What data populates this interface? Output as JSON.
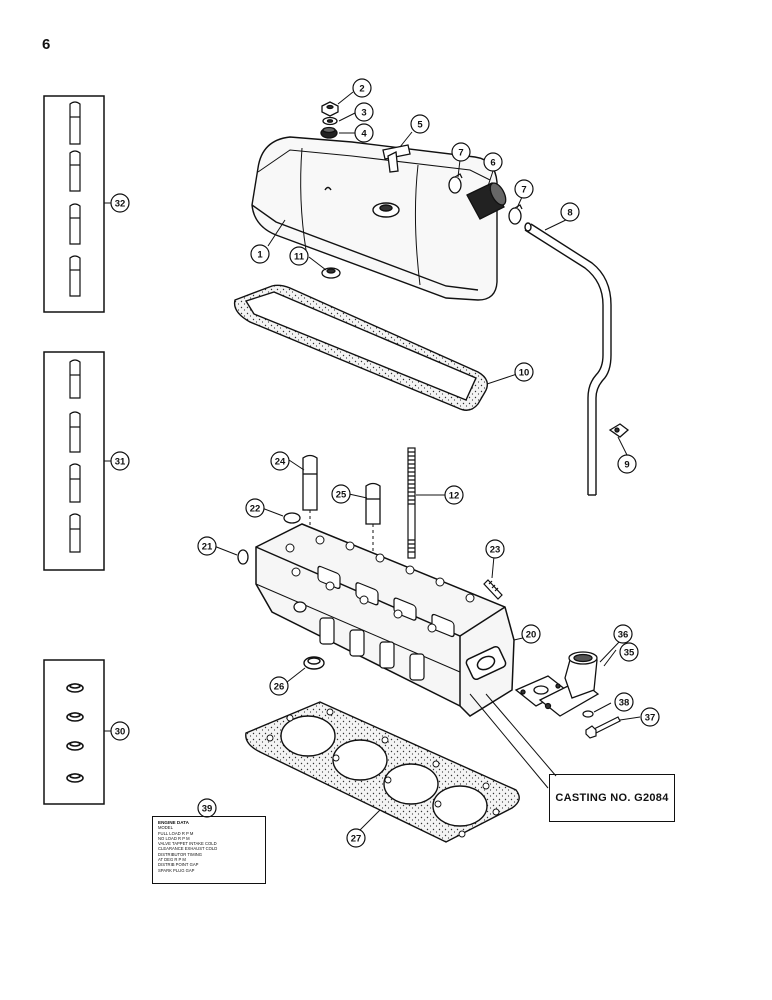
{
  "page": {
    "number": "6"
  },
  "callouts": [
    "1",
    "2",
    "3",
    "4",
    "5",
    "6",
    "7",
    "7",
    "8",
    "9",
    "10",
    "11",
    "12",
    "20",
    "21",
    "22",
    "23",
    "24",
    "25",
    "26",
    "27",
    "30",
    "31",
    "32",
    "35",
    "36",
    "37",
    "38",
    "39"
  ],
  "casting_label": "CASTING NO. G2084",
  "engine_plate": {
    "title": "ENGINE DATA",
    "lines": [
      "MODEL",
      "FULL LOAD R P M",
      "NO LOAD R P M",
      "VALVE TAPPET     INTAKE     COLD",
      "CLEARANCE     EXHAUST     COLD",
      "DISTRIBUTOR TIMING",
      "AT     DEG R P M",
      "DISTRIB POINT GAP",
      "SPARK PLUG GAP"
    ]
  },
  "colors": {
    "ink": "#111111",
    "paper": "#ffffff",
    "part_fill": "#f4f4f4"
  }
}
